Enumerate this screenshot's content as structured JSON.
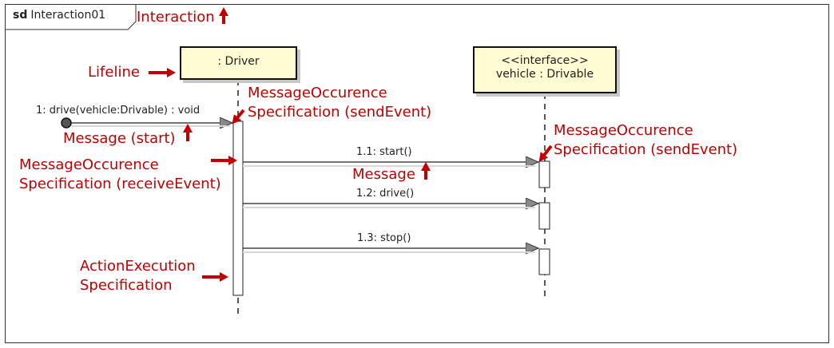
{
  "frame": {
    "keyword": "sd",
    "name": "Interaction01"
  },
  "lifelines": [
    {
      "id": "driver",
      "label": ": Driver"
    },
    {
      "id": "vehicle",
      "stereotype": "<<interface>>",
      "label": "vehicle : Drivable"
    }
  ],
  "messages": [
    {
      "label": "1: drive(vehicle:Drivable) : void"
    },
    {
      "label": "1.1: start()"
    },
    {
      "label": "1.2: drive()"
    },
    {
      "label": "1.3: stop()"
    }
  ],
  "annotations": {
    "interaction": "Interaction",
    "lifeline": "Lifeline",
    "message_start": "Message (start)",
    "send_event_1": [
      "MessageOccurence",
      "Specification (sendEvent)"
    ],
    "send_event_2": [
      "MessageOccurence",
      "Specification  (sendEvent)"
    ],
    "receive_event": [
      "MessageOccurence",
      "Specification (receiveEvent)"
    ],
    "message": "Message",
    "action_execution": [
      "ActionExecution",
      "Specification"
    ]
  },
  "colors": {
    "annotation": "#c00000",
    "lifeline_fill": "#fffbd2",
    "arrow_head": "#888888"
  }
}
